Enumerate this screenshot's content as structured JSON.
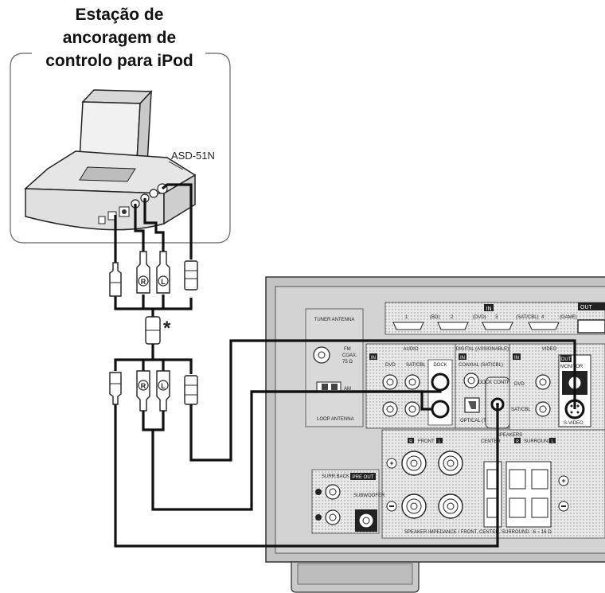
{
  "title": {
    "line1": "Estação de",
    "line2": "ancoragem de",
    "line3": "controlo para iPod"
  },
  "dock_model": "ASD-51N",
  "ferrite_marker": "*",
  "cable_plugs": {
    "right": "R",
    "left": "L"
  },
  "receiver": {
    "hdmi_in_header": "IN",
    "hdmi_out_header": "OUT",
    "hdmi_inputs": [
      "1",
      "(BD)",
      "2",
      "(DVD)",
      "3",
      "(SAT/CBL)",
      "4",
      "(GAME)"
    ],
    "tuner_antenna": "TUNER ANTENNA",
    "fm_coax": "FM",
    "fm_coax2": "COAX.",
    "fm_ohm": "75 Ω",
    "am": "AM",
    "loop_antenna": "LOOP ANTENNA",
    "audio_header": "AUDIO",
    "audio_in": "IN",
    "audio_dvd": "DVD",
    "audio_satcbl": "SAT/CBL",
    "audio_dock": "DOCK",
    "digital_header": "DIGITAL (ASSIGNABLE)",
    "digital_in": "IN",
    "coaxial": "COAXIAL (SAT/CBL)",
    "optical": "OPTICAL (TV)",
    "dock_control": "DOCK CONTROL",
    "video_header": "VIDEO",
    "video_in": "IN",
    "video_out": "OUT",
    "video_monitor": "MONITOR",
    "video_dvd": "DVD",
    "video_satcbl": "SAT/CBL",
    "svideo": "S-VIDEO",
    "speakers_header": "SPEAKERS",
    "front": "FRONT",
    "center": "CENTER",
    "surround": "SURROUND",
    "speaker_r": "R",
    "speaker_l": "L",
    "surround_back": "SURR.BACK",
    "pre_out": "PRE OUT",
    "subwoofer": "SUBWOOFER",
    "impedance": "SPEAKER IMPEDANCE / FRONT, CENTER, SURROUND : 6 ~ 16 Ω"
  }
}
